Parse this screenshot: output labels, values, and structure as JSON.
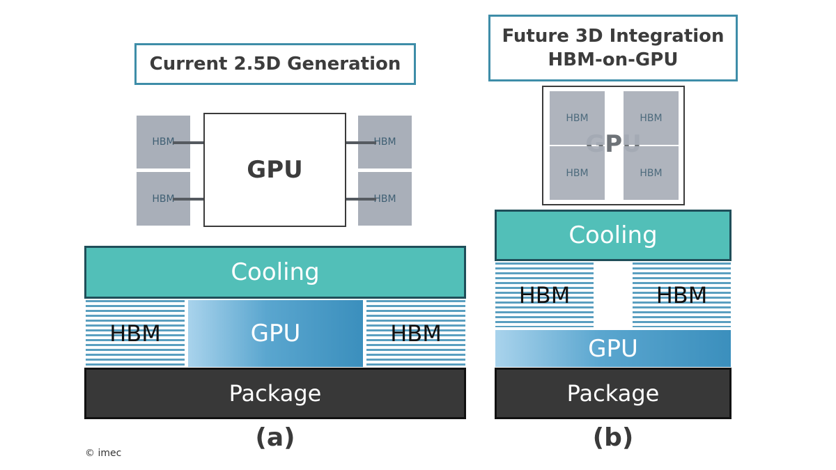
{
  "panel_a": {
    "title": "Current 2.5D Generation",
    "top_gpu_label": "GPU",
    "hbm_chips": [
      "HBM",
      "HBM",
      "HBM",
      "HBM"
    ],
    "stack": {
      "cooling": "Cooling",
      "hbm_left": "HBM",
      "gpu": "GPU",
      "hbm_right": "HBM",
      "package": "Package"
    },
    "caption": "(a)"
  },
  "panel_b": {
    "title_line1": "Future 3D Integration",
    "title_line2": "HBM-on-GPU",
    "top_gpu_label": "GPU",
    "hbm_chips": [
      "HBM",
      "HBM",
      "HBM",
      "HBM"
    ],
    "stack": {
      "cooling": "Cooling",
      "hbm_left": "HBM",
      "hbm_right": "HBM",
      "gpu": "GPU",
      "package": "Package"
    },
    "caption": "(b)"
  },
  "copyright": "© imec",
  "colors": {
    "title_border": "#3e8da8",
    "hbm_chip": "#a9afb9",
    "cooling": "#52bfb8",
    "cooling_border": "#1f4e59",
    "hbm_stripe": "#5a9fc0",
    "gpu_layer": "#3b8fbd",
    "package": "#383838"
  }
}
